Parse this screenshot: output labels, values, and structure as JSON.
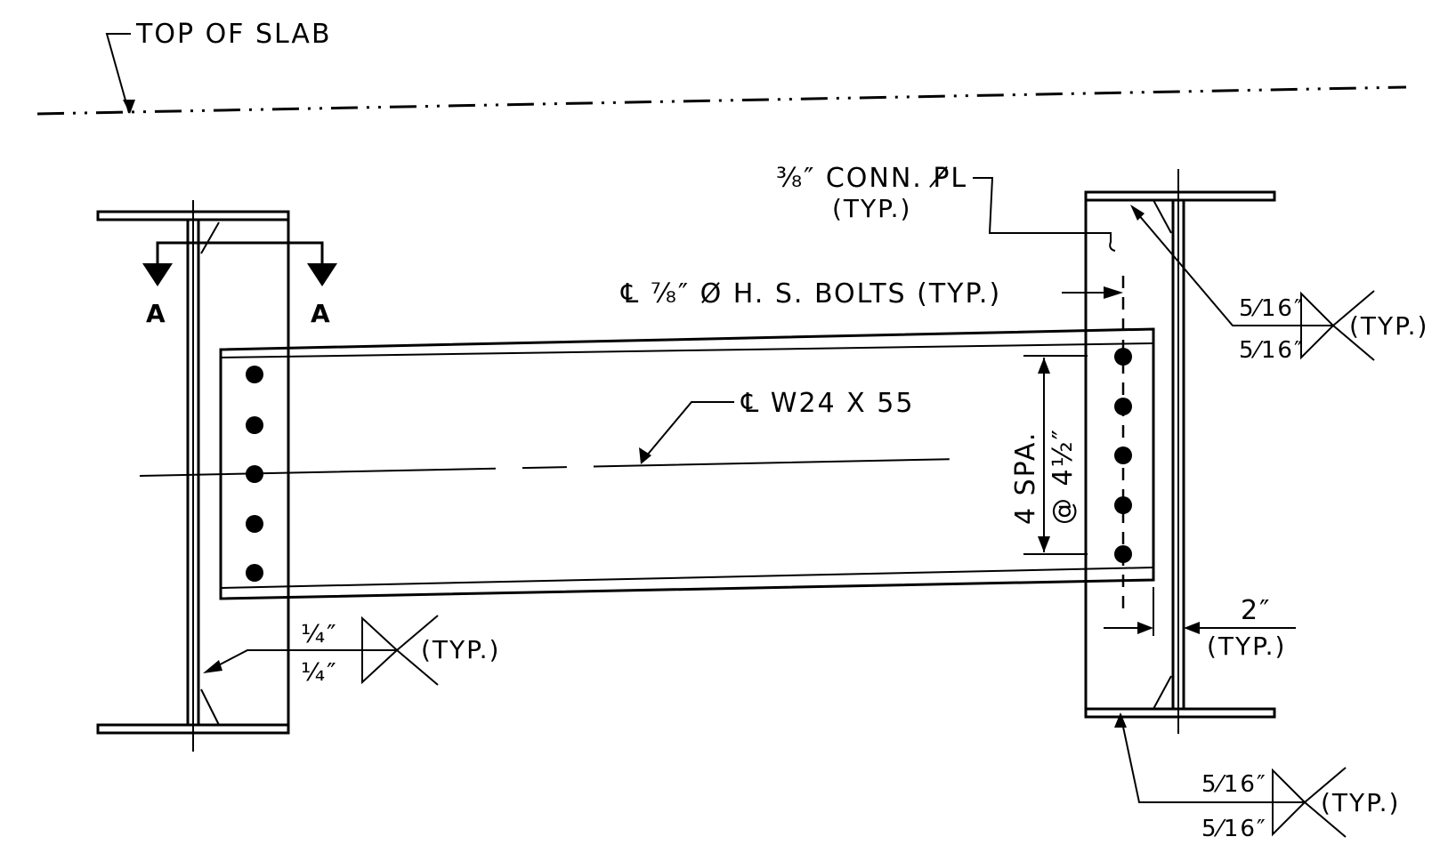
{
  "labels": {
    "top_of_slab": "TOP OF SLAB",
    "section_a_left": "A",
    "section_a_right": "A",
    "conn_plate_line1": "⅜″ CONN. P̸L",
    "conn_plate_line2": "(TYP.)",
    "bolts": "℄ ⅞″ Ø H. S. BOLTS (TYP.)",
    "beam": "℄ W24 X 55",
    "spacing_line1": "4 SPA.",
    "spacing_line2": "@ 4½″",
    "dim_2in": "2″",
    "dim_2in_typ": "(TYP.)"
  },
  "welds": {
    "left": {
      "top": "¼″",
      "bottom": "¼″",
      "tail": "(TYP.)"
    },
    "right_top": {
      "top": "5⁄16″",
      "bottom": "5⁄16″",
      "tail": "(TYP.)"
    },
    "right_bottom": {
      "top": "5⁄16″",
      "bottom": "5⁄16″",
      "tail": "(TYP.)"
    }
  },
  "colors": {
    "ink": "#000000",
    "paper": "#ffffff"
  }
}
